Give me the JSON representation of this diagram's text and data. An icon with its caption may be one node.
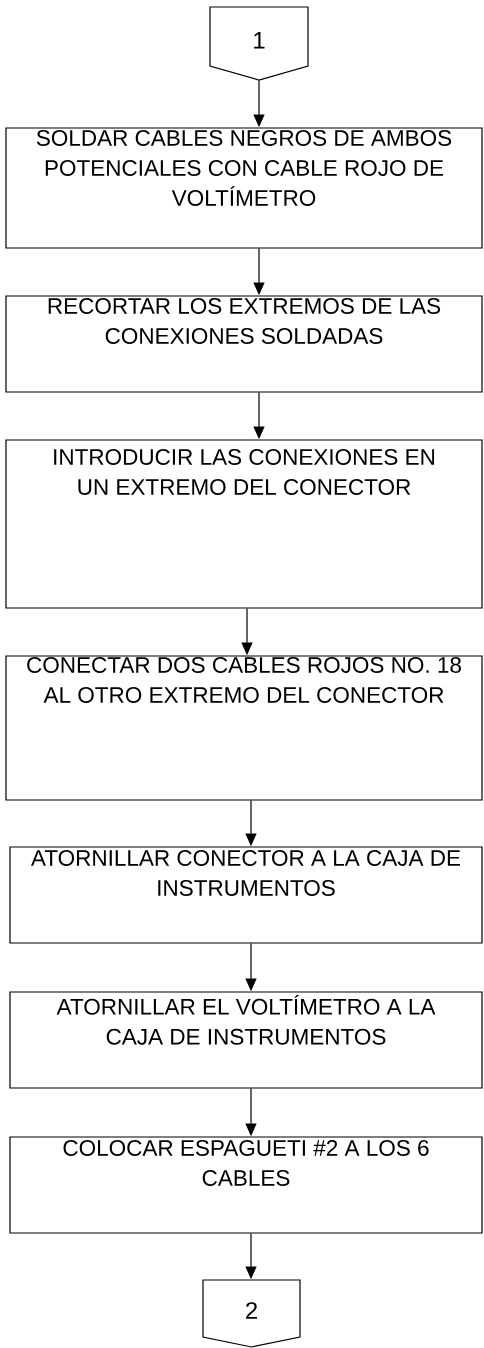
{
  "diagram": {
    "nodes": [
      {
        "text": [
          "1"
        ]
      },
      {
        "text": [
          "SOLDAR CABLES NEGROS DE AMBOS POTENCIALES CON CABLE ROJO DE VOLTÍMETRO"
        ]
      },
      {
        "text": [
          "RECORTAR LOS EXTREMOS DE LAS CONEXIONES SOLDADAS"
        ]
      },
      {
        "text": [
          "INTRODUCIR LAS CONEXIONES EN UN EXTREMO DEL CONECTOR"
        ]
      },
      {
        "text": [
          "CONECTAR DOS CABLES ROJOS NO. 18 AL OTRO EXTREMO DEL CONECTOR"
        ]
      },
      {
        "text": [
          "ATORNILLAR CONECTOR A LA CAJA DE INSTRUMENTOS"
        ]
      },
      {
        "text": [
          "ATORNILLAR EL VOLTÍMETRO A LA CAJA DE INSTRUMENTOS"
        ]
      },
      {
        "text": [
          "COLOCAR ESPAGUETI #2 A LOS 6 CABLES"
        ]
      },
      {
        "text": [
          "2"
        ]
      }
    ],
    "edges": [
      {
        "from": 0,
        "to": 1,
        "arrow": "to"
      },
      {
        "from": 1,
        "to": 2,
        "arrow": "to"
      },
      {
        "from": 2,
        "to": 3,
        "arrow": "to"
      },
      {
        "from": 3,
        "to": 4,
        "arrow": "to"
      },
      {
        "from": 4,
        "to": 5,
        "arrow": "to"
      },
      {
        "from": 5,
        "to": 6,
        "arrow": "to"
      },
      {
        "from": 6,
        "to": 7,
        "arrow": "to"
      },
      {
        "from": 7,
        "to": 8,
        "arrow": "to"
      }
    ]
  }
}
